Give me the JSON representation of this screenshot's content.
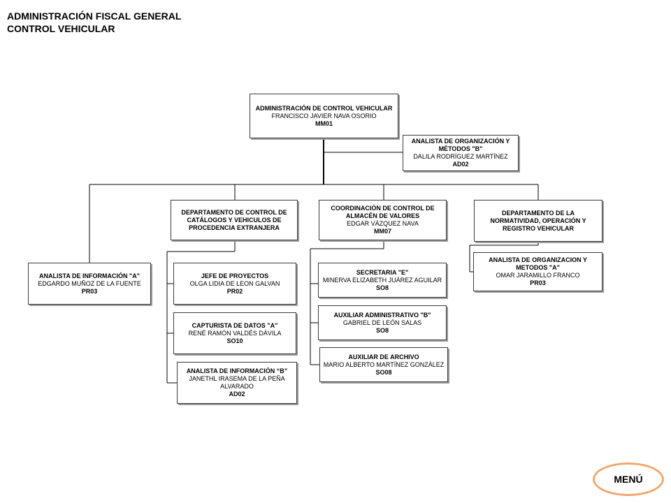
{
  "header": {
    "line1": "ADMINISTRACIÓN FISCAL GENERAL",
    "line2": "CONTROL VEHICULAR"
  },
  "nodes": {
    "admin": {
      "title": "ADMINISTRACIÓN DE CONTROL VEHICULAR",
      "name": "FRANCISCO JAVIER NAVA OSORIO",
      "code": "MM01"
    },
    "analista_org_b": {
      "title": "ANALISTA DE ORGANIZACIÓN Y MÉTODOS \"B\"",
      "name": "DALILA RODRÍGUEZ MARTÍNEZ",
      "code": "AD02"
    },
    "analista_info_a_left": {
      "title": "ANALISTA DE INFORMACIÓN \"A\"",
      "name": "EDGARDO MUÑOZ DE LA FUENTE",
      "code": "PR03"
    },
    "depto_catalogos": {
      "title": "DEPARTAMENTO DE CONTROL DE CATÁLOGOS Y VEHICULOS DE PROCEDENCIA EXTRANJERA",
      "name": "",
      "code": ""
    },
    "coord_almacen": {
      "title": "COORDINACIÓN DE CONTROL DE ALMACÉN DE VALORES",
      "name": "EDGAR VÁZQUEZ NAVA",
      "code": "MM07"
    },
    "depto_normatividad": {
      "title": "DEPARTAMENTO DE LA NORMATIVIDAD, OPERACIÓN Y REGISTRO VEHICULAR",
      "name": "",
      "code": ""
    },
    "jefe_proyectos": {
      "title": "JEFE DE PROYECTOS",
      "name": "OLGA LIDIA DE LEON GALVAN",
      "code": "PR02"
    },
    "capturista": {
      "title": "CAPTURISTA DE DATOS \"A\"",
      "name": "RENÉ RAMÓN VALDÉS DÁVILA",
      "code": "SO10"
    },
    "analista_info_b": {
      "title": "ANALISTA DE INFORMACIÓN “B”",
      "name": "JANETHL IRASEMA DE LA PEÑA ALVARADO",
      "code": "AD02"
    },
    "secretaria": {
      "title": "SECRETARIA \"E\"",
      "name": "MINERVA ELIZABETH JUÁREZ AGUILAR",
      "code": "SO8"
    },
    "auxiliar_admin": {
      "title": "AUXILIAR ADMINISTRATIVO \"B\"",
      "name": "GABRIEL DE LEÓN SALAS",
      "code": "SO8"
    },
    "auxiliar_archivo": {
      "title": "AUXILIAR DE ARCHIVO",
      "name": "MARIO ALBERTO MARTÍNEZ GONZÁLEZ",
      "code": "SO08"
    },
    "analista_org_a": {
      "title": "ANALISTA DE ORGANIZACION Y METODOS \"A\"",
      "name": "OMAR JARAMILLO FRANCO",
      "code": "PR03"
    }
  },
  "menu": {
    "label": "MENÚ"
  },
  "colors": {
    "menu_border": "#f0a870",
    "lines": "#000000"
  }
}
